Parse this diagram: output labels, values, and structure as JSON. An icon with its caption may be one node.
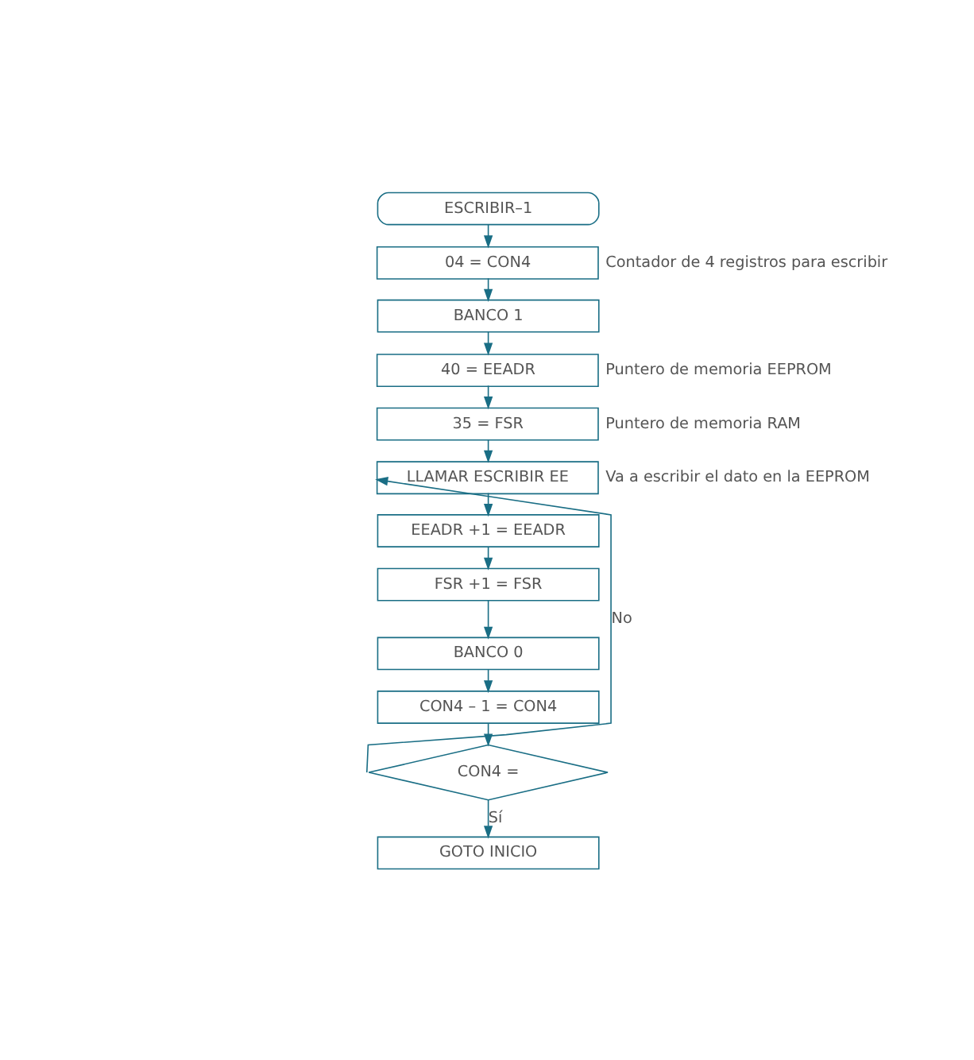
{
  "diagram": {
    "nodes": [
      {
        "text": [
          "ESCRIBIR–1"
        ]
      },
      {
        "text": [
          "04 = CON4"
        ],
        "beside": [
          "Contador de 4 registros para escribir"
        ]
      },
      {
        "text": [
          "BANCO 1"
        ]
      },
      {
        "text": [
          "40 = EEADR"
        ],
        "beside": [
          "Puntero de memoria EEPROM"
        ]
      },
      {
        "text": [
          "35 = FSR"
        ],
        "beside": [
          "Puntero de memoria RAM"
        ]
      },
      {
        "text": [
          "LLAMAR ESCRIBIR EE"
        ],
        "beside": [
          "Va a escribir el dato en la EEPROM"
        ]
      },
      {
        "text": [
          "EEADR +1 = EEADR"
        ]
      },
      {
        "text": [
          "FSR +1 = FSR"
        ]
      },
      {
        "text": [
          "BANCO 0"
        ]
      },
      {
        "text": [
          "CON4 – 1 = CON4"
        ]
      },
      {
        "text": [
          "CON4 ="
        ]
      },
      {
        "text": [
          "GOTO INICIO"
        ]
      }
    ],
    "edges": [
      {
        "from": 0,
        "to": 1,
        "arrow": "to"
      },
      {
        "from": 1,
        "to": 2,
        "arrow": "to"
      },
      {
        "from": 2,
        "to": 3,
        "arrow": "to"
      },
      {
        "from": 3,
        "to": 4,
        "arrow": "to"
      },
      {
        "from": 4,
        "to": 5,
        "arrow": "to"
      },
      {
        "from": 5,
        "to": 6,
        "arrow": "to"
      },
      {
        "from": 6,
        "to": 7,
        "arrow": "to"
      },
      {
        "from": 7,
        "to": 8,
        "arrow": "to"
      },
      {
        "from": 8,
        "to": 9,
        "arrow": "to"
      },
      {
        "from": 9,
        "to": 10,
        "arrow": "to"
      },
      {
        "from": 10,
        "to": 5,
        "arrow": "to",
        "label": "No"
      },
      {
        "from": 10,
        "to": 11,
        "arrow": "to",
        "label": "Sí"
      }
    ]
  }
}
